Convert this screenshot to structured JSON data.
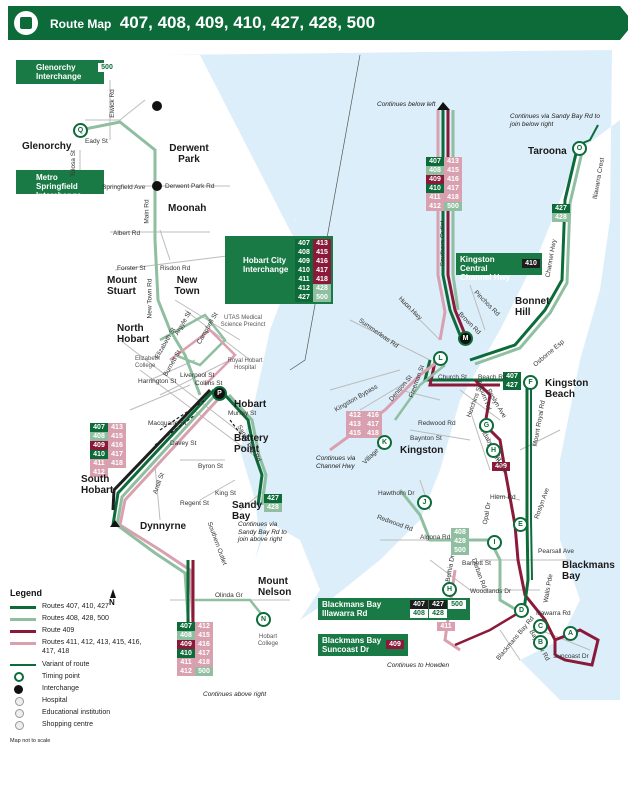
{
  "header": {
    "label": "Route Map",
    "routes": "407, 408, 409, 410, 427, 428, 500"
  },
  "colors": {
    "dark_green": "#0d6b3a",
    "sage": "#8fbfa0",
    "maroon": "#8b1a3a",
    "pink": "#d9a0b0",
    "water": "#dceef9"
  },
  "interchanges": {
    "glenorchy": {
      "title": "Glenorchy Interchange",
      "routes": [
        "500"
      ]
    },
    "metro_springfield": {
      "title": "Metro Springfield Interchange"
    },
    "hobart_city": {
      "title": "Hobart City Interchange",
      "routes": [
        "407",
        "413",
        "408",
        "415",
        "409",
        "416",
        "410",
        "417",
        "411",
        "418",
        "412",
        "428",
        "427",
        "500"
      ]
    },
    "kingston_central": {
      "title": "Kingston Central Channel Hwy",
      "routes": [
        "410"
      ]
    },
    "blackmans_bay_illawarra": {
      "title": "Blackmans Bay Illawarra Rd",
      "routes": [
        "407",
        "427",
        "500",
        "408",
        "428"
      ]
    },
    "blackmans_bay_suncoast": {
      "title": "Blackmans Bay Suncoast Dr",
      "routes": [
        "409"
      ]
    }
  },
  "suburbs": [
    "Glenorchy",
    "Derwent Park",
    "Moonah",
    "Mount Stuart",
    "New Town",
    "North Hobart",
    "Hobart",
    "Battery Point",
    "South Hobart",
    "Sandy Bay",
    "Dynnyrne",
    "Mount Nelson",
    "Taroona",
    "Bonnet Hill",
    "Kingston",
    "Kingston Beach",
    "Blackmans Bay"
  ],
  "roads": {
    "left": [
      "Elwick Rd",
      "Eady St",
      "Tolosa St",
      "Springfield Ave",
      "Derwent Park Rd",
      "Main Rd",
      "Albert Rd",
      "Forster St",
      "Risdon Rd",
      "New Town Rd",
      "Argyle St",
      "Campbell St",
      "Elizabeth St",
      "Burnett St",
      "Harrington St",
      "Liverpool St",
      "Collins St",
      "Murray St",
      "Macquarie St",
      "Davey St",
      "Byron St",
      "Sandy Bay Rd",
      "King St",
      "Regent St",
      "Antill St",
      "Southern Outlet",
      "Olinda Gr"
    ],
    "right": [
      "Channel Hwy",
      "Southern Outlet",
      "Huon Hwy",
      "Summerleas Rd",
      "Kingston Bypass",
      "Pinchos Rd",
      "Brown Rd",
      "Church St",
      "Beach Rd",
      "Osborne Esp",
      "Redwood Rd",
      "Denison St",
      "Freeman St",
      "Hutchins St",
      "Baynton St",
      "Roslyn Ave",
      "Auburn Rd",
      "Jindabyne Rd",
      "Mount Royal Rd",
      "Kunama Dr",
      "Village Dr",
      "Hawthorn Dr",
      "Redwood Rd",
      "Algona Rd",
      "Opal Dr",
      "Hiern Rd",
      "Roslyn Ave",
      "Pearsall Ave",
      "Bethia Dr",
      "Barnett St",
      "Woodlands Dr",
      "Walls Pde",
      "Illawarra Rd",
      "Suncoast Dr",
      "Bayview Rd",
      "Blackmans Bay Rd",
      "Illawarra Crest",
      "Durban Rd"
    ]
  },
  "institutions": [
    "UTAS Medical Science Precinct",
    "Royal Hobart Hospital",
    "Elizabeth College",
    "Hobart College"
  ],
  "route_grids": {
    "left_bottom": [
      "407",
      "412",
      "408",
      "415",
      "409",
      "416",
      "410",
      "417",
      "411",
      "418",
      "412",
      "500"
    ],
    "battery": [
      "427",
      "428"
    ],
    "taroona": [
      "427",
      "428"
    ],
    "sandy_bay": [
      "407",
      "413",
      "408",
      "415",
      "409",
      "416",
      "410",
      "417",
      "411",
      "418",
      "412"
    ],
    "top_right": [
      "407",
      "413",
      "408",
      "415",
      "409",
      "416",
      "410",
      "417",
      "411",
      "418",
      "412",
      "500"
    ],
    "bonnet": [
      "407",
      "427"
    ],
    "kingston_left": [
      "412",
      "416",
      "413",
      "417",
      "415",
      "418"
    ],
    "kingston_south": [
      "408",
      "428",
      "500"
    ],
    "suncoast": [
      "409"
    ],
    "illawarra": [
      "411"
    ]
  },
  "notes": {
    "continues_below_left": "Continues below left",
    "continues_via_sandy": "Continues via Sandy Bay Rd to join below right",
    "continues_via_sandy_left": "Continues via Sandy Bay Rd to join above right",
    "continues_above_right": "Continues above right",
    "continues_channel": "Continues via Channel Hwy",
    "continues_howden": "Continues to Howden"
  },
  "legend": {
    "title": "Legend",
    "items": [
      {
        "label": "Routes 407, 410, 427",
        "color": "#0d6b3a"
      },
      {
        "label": "Routes 408, 428, 500",
        "color": "#8fbfa0"
      },
      {
        "label": "Route 409",
        "color": "#8b1a3a"
      },
      {
        "label": "Routes 411, 412, 413, 415, 416, 417, 418",
        "color": "#d9a0b0"
      },
      {
        "label": "Variant of route",
        "color": "#0d6b3a"
      },
      {
        "label": "Timing point",
        "icon": "timing-point-icon"
      },
      {
        "label": "Interchange",
        "icon": "interchange-icon"
      },
      {
        "label": "Hospital",
        "icon": "hospital-icon"
      },
      {
        "label": "Educational institution",
        "icon": "education-icon"
      },
      {
        "label": "Shopping centre",
        "icon": "shopping-icon"
      }
    ],
    "north": "N",
    "scale": "Map not to scale"
  },
  "timing_points": [
    "Q",
    "M",
    "P",
    "O",
    "L",
    "M",
    "F",
    "K",
    "G",
    "H",
    "E",
    "J",
    "I",
    "D",
    "C",
    "B",
    "A",
    "N"
  ]
}
